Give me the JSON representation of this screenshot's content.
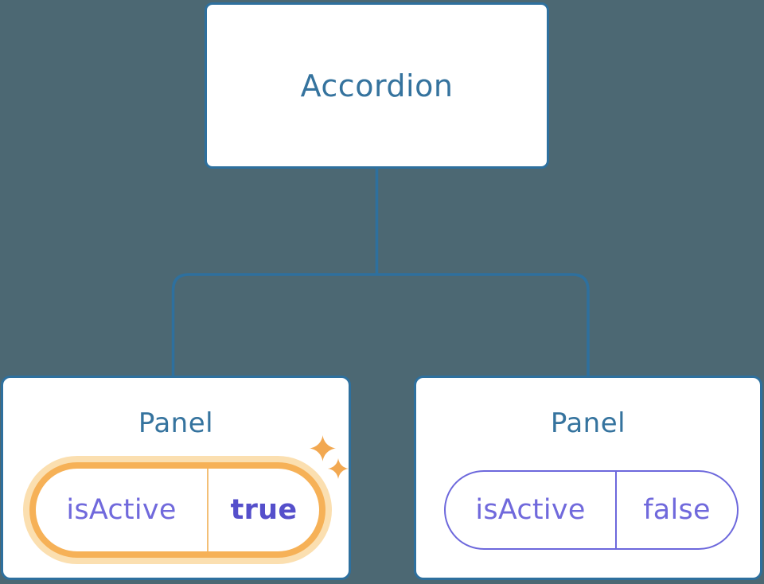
{
  "diagram": {
    "root": {
      "label": "Accordion"
    },
    "panels": [
      {
        "title": "Panel",
        "state_key": "isActive",
        "state_value": "true",
        "highlighted": true
      },
      {
        "title": "Panel",
        "state_key": "isActive",
        "state_value": "false",
        "highlighted": false
      }
    ],
    "colors": {
      "background": "#4C6873",
      "node_border": "#2E709E",
      "node_text": "#35739E",
      "connector": "#2E709E",
      "state_text": "#7069DC",
      "state_value_active": "#554FCB",
      "pill_active_border": "#F6B157",
      "pill_active_glow": "#FBDFB0",
      "pill_active_divider": "#F3BF76",
      "pill_inactive_border": "#6D68DC",
      "sparkle": "#F2A851"
    }
  }
}
